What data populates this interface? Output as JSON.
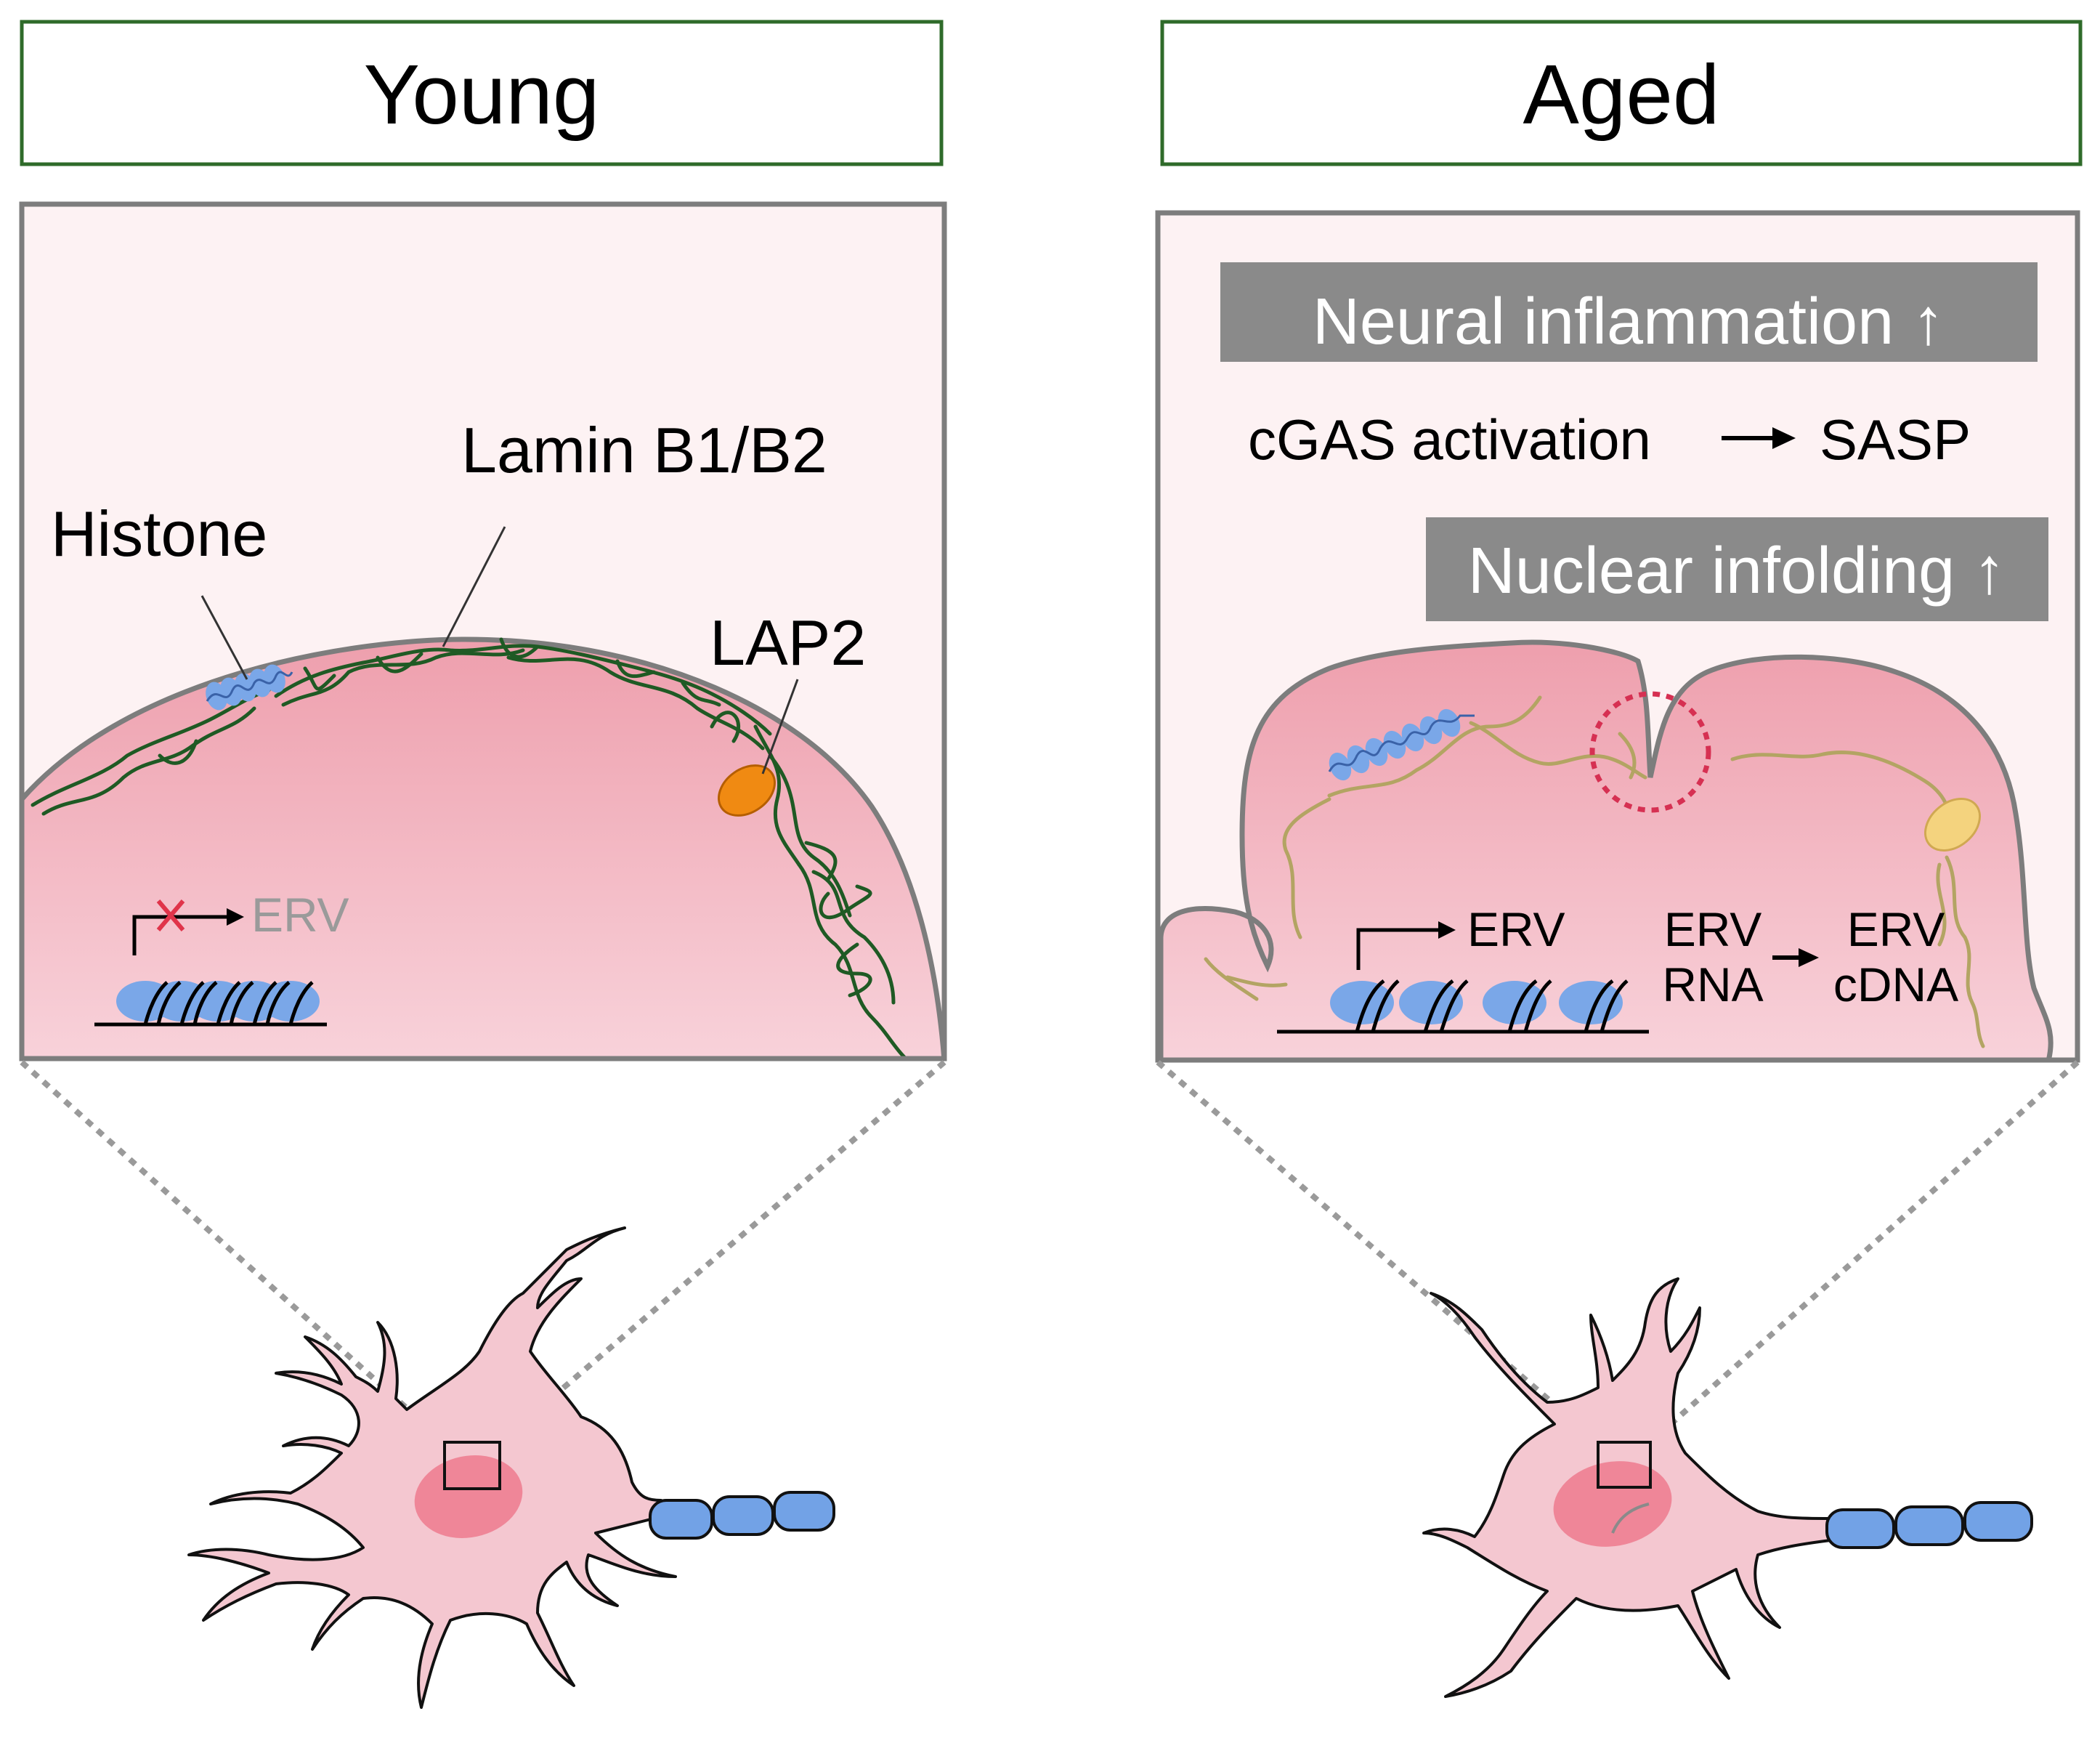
{
  "panels": {
    "young": {
      "title": "Young",
      "labels": {
        "histone": "Histone",
        "lamin": "Lamin B1/B2",
        "lap2": "LAP2",
        "erv": "ERV"
      }
    },
    "aged": {
      "title": "Aged",
      "banner_inflammation": "Neural inflammation ↑",
      "cgas_text": "cGAS activation",
      "sasp_text": "SASP",
      "banner_infolding": "Nuclear infolding ↑",
      "labels": {
        "erv": "ERV",
        "erv_rna_line1": "ERV",
        "erv_rna_line2": "RNA",
        "erv_cdna_line1": "ERV",
        "erv_cdna_line2": "cDNA"
      }
    }
  },
  "colors": {
    "frame_green": "#2f6b2a",
    "panel_bg": "#fdf2f3",
    "nucleus_pink": "#f2aeb9",
    "cell_pink": "#f4c7d0",
    "nucleus_red": "#ec6b80",
    "lamin_green": "#1f5a24",
    "lamin_aged": "#b3a463",
    "histone_blue": "#7aa7e8",
    "myelin_blue": "#72a2e6",
    "lap2_orange": "#f08a12",
    "lap2_aged": "#f4d37e",
    "banner_gray": "#8a8a8a",
    "erv_gray": "#9a9a9a",
    "cross_red": "#e0344a",
    "dotted_red": "#d63052"
  }
}
